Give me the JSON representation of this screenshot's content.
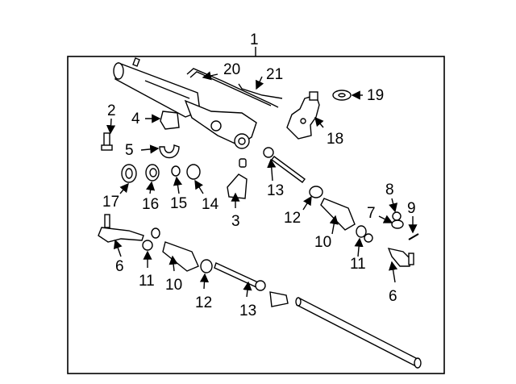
{
  "diagram": {
    "assembly_label": "1",
    "callouts": {
      "c2": "2",
      "c3": "3",
      "c4": "4",
      "c5": "5",
      "c6_left": "6",
      "c6_right": "6",
      "c7": "7",
      "c8": "8",
      "c9": "9",
      "c10_left": "10",
      "c10_right": "10",
      "c11_left": "11",
      "c11_right": "11",
      "c12_left": "12",
      "c12_right": "12",
      "c13_left": "13",
      "c13_right": "13",
      "c14": "14",
      "c15": "15",
      "c16": "16",
      "c17": "17",
      "c18": "18",
      "c19": "19",
      "c20": "20",
      "c21": "21"
    }
  }
}
